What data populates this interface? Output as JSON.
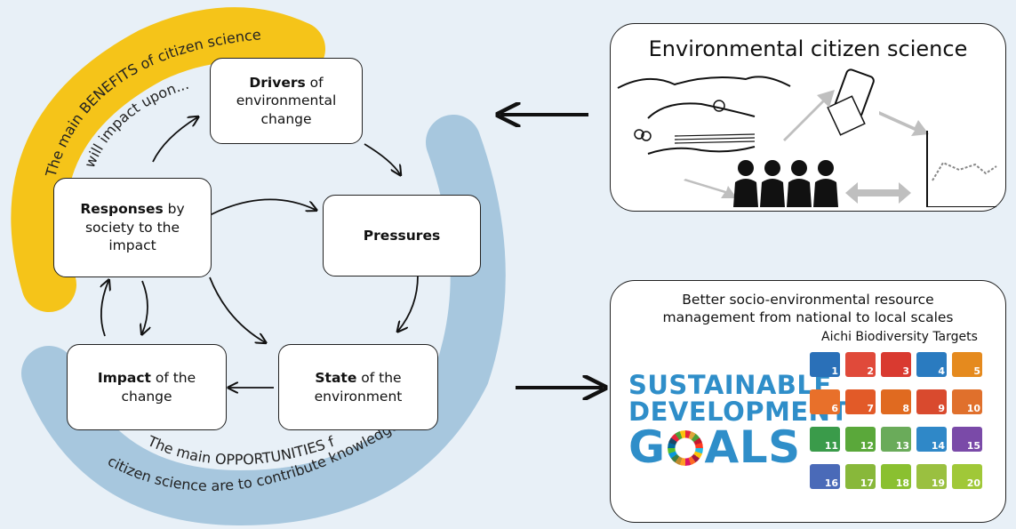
{
  "arc_texts": {
    "benefits_line1": "The main BENEFITS of citizen science",
    "benefits_line2": "will impact upon...",
    "opportunities_line1": "The main OPPORTUNITIES for",
    "opportunities_line2": "citizen science are to contribute knowledge on..."
  },
  "boxes": {
    "drivers": {
      "bold": "Drivers",
      "rest1": " of",
      "rest2": "environmental",
      "rest3": "change"
    },
    "pressures": {
      "bold": "Pressures"
    },
    "state": {
      "bold": "State",
      "rest1": " of the",
      "rest2": "environment"
    },
    "impact": {
      "bold": "Impact",
      "rest1": " of the",
      "rest2": "change"
    },
    "responses": {
      "bold": "Responses",
      "rest1": " by",
      "rest2": "society to the",
      "rest3": "impact"
    }
  },
  "citizen_panel": {
    "title": "Environmental citizen science"
  },
  "outcome_panel": {
    "line1": "Better socio-environmental resource",
    "line2": "management from national to local scales",
    "aichi_label": "Aichi Biodiversity Targets",
    "sdg_line1": "SUSTAINABLE",
    "sdg_line2": "DEVELOPMENT",
    "sdg_line3_a": "G",
    "sdg_line3_b": "ALS"
  },
  "aichi_targets": [
    "1",
    "2",
    "3",
    "4",
    "5",
    "6",
    "7",
    "8",
    "9",
    "10",
    "11",
    "12",
    "13",
    "14",
    "15",
    "16",
    "17",
    "18",
    "19",
    "20"
  ],
  "colors": {
    "background": "#e8f0f7",
    "benefits_arc": "#f5c419",
    "opportunities_arc": "#a7c7de",
    "sdg_blue": "#2f8ec9"
  }
}
